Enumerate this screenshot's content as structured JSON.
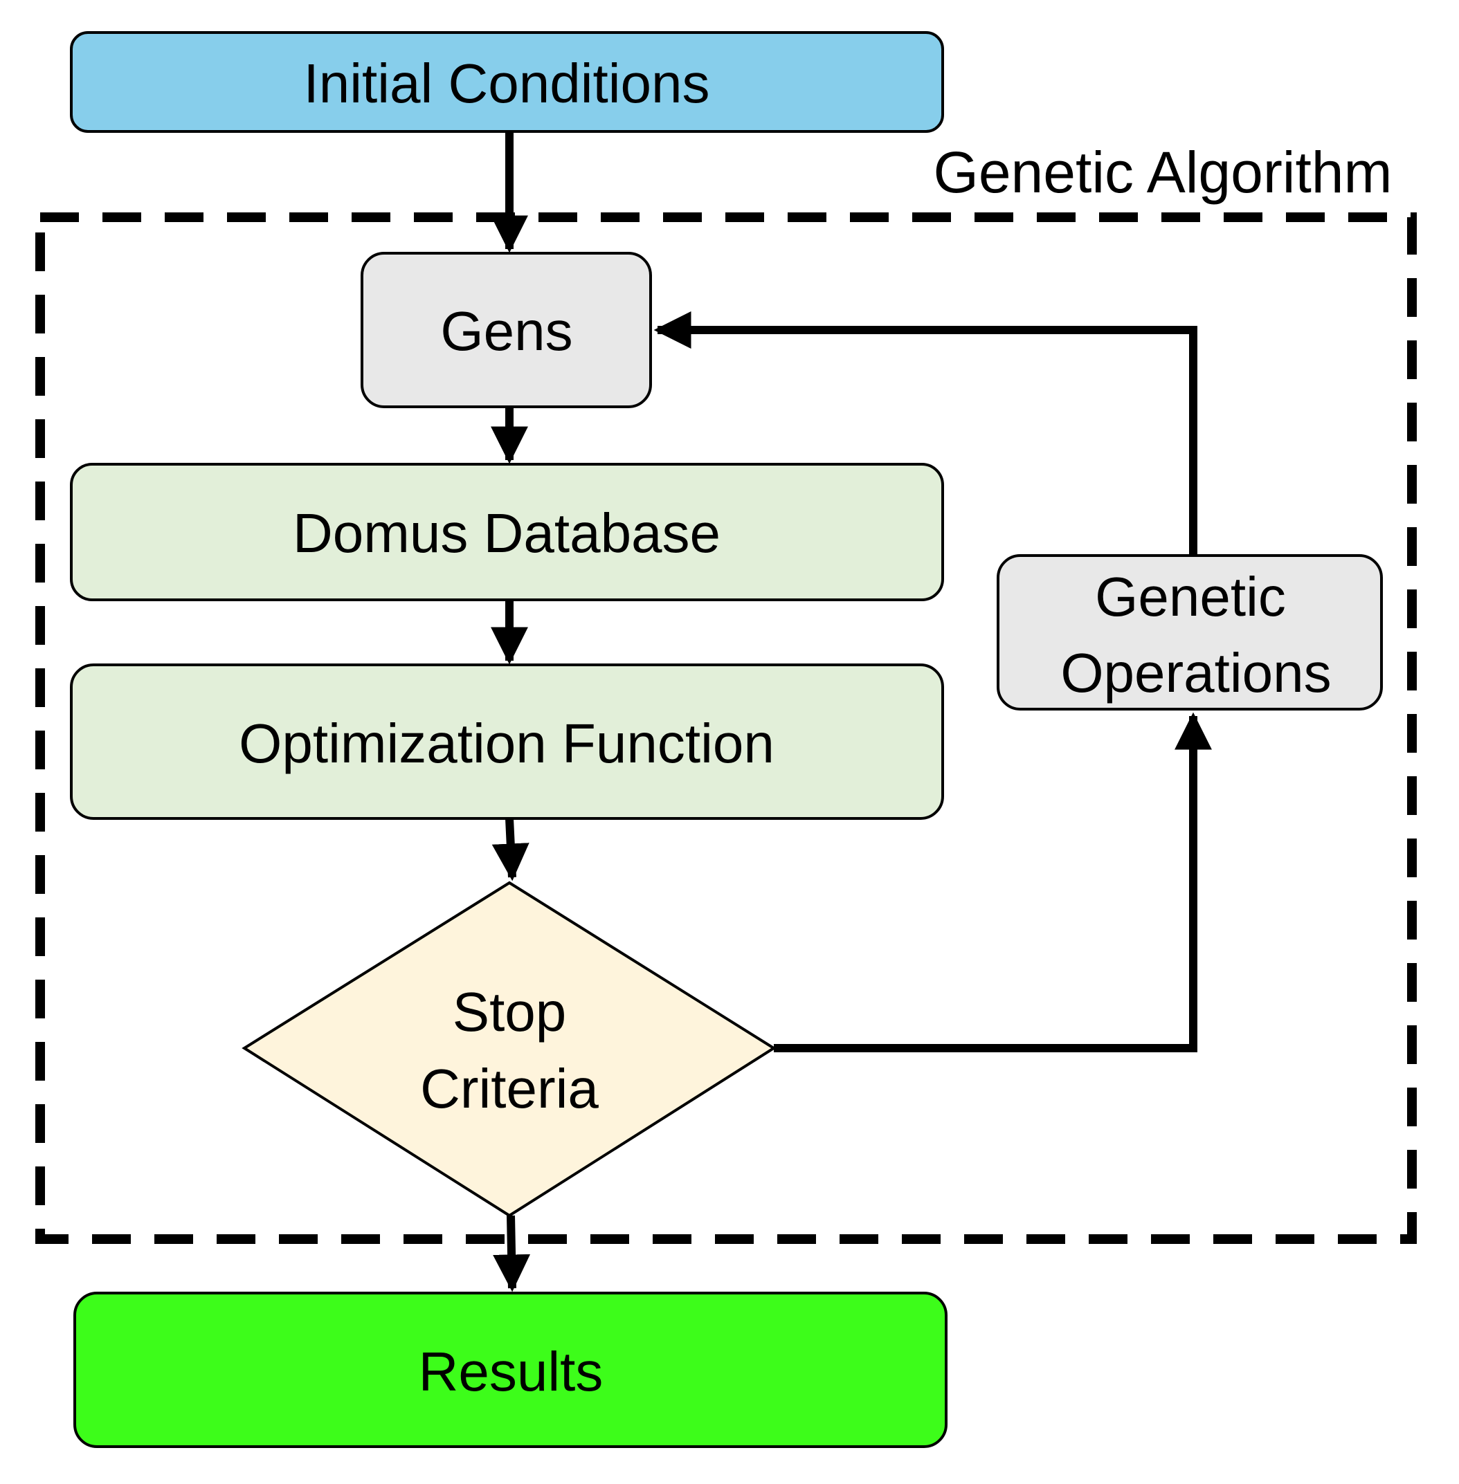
{
  "diagram": {
    "group_label": "Genetic Algorithm",
    "nodes": {
      "initial_conditions": {
        "label": "Initial Conditions",
        "fill": "#87ceeb"
      },
      "gens": {
        "label": "Gens",
        "fill": "#e8e8e8"
      },
      "domus_database": {
        "label": "Domus Database",
        "fill": "#e2efd9"
      },
      "optimization_function": {
        "label": "Optimization Function",
        "fill": "#e2efd9"
      },
      "stop_criteria": {
        "label_line1": "Stop",
        "label_line2": "Criteria",
        "fill": "#fef4dc"
      },
      "genetic_operations": {
        "label_line1": "Genetic",
        "label_line2": "Operations",
        "fill": "#e8e8e8"
      },
      "results": {
        "label": "Results",
        "fill": "#3dfd1a"
      }
    },
    "edges": [
      {
        "from": "initial_conditions",
        "to": "gens"
      },
      {
        "from": "gens",
        "to": "domus_database"
      },
      {
        "from": "domus_database",
        "to": "optimization_function"
      },
      {
        "from": "optimization_function",
        "to": "stop_criteria"
      },
      {
        "from": "stop_criteria",
        "to": "genetic_operations"
      },
      {
        "from": "genetic_operations",
        "to": "gens"
      },
      {
        "from": "stop_criteria",
        "to": "results"
      }
    ],
    "colors": {
      "stroke": "#000000"
    }
  }
}
